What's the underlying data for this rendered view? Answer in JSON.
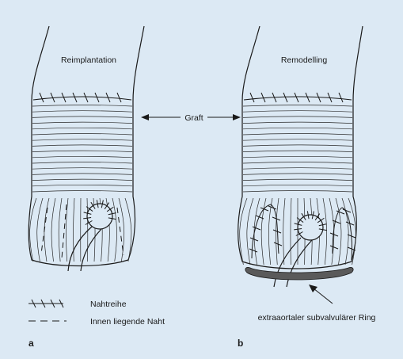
{
  "labels": {
    "left_title": "Reimplantation",
    "right_title": "Remodelling",
    "graft": "Graft",
    "ring": "extraaortaler subvalvulärer Ring"
  },
  "legend": {
    "suture_row": "Nahtreihe",
    "inner_suture": "Innen liegende Naht"
  },
  "panels": {
    "a": "a",
    "b": "b"
  },
  "colors": {
    "background": "#dce9f4",
    "line": "#1a1a1a",
    "ring": "#5a5a5a"
  }
}
